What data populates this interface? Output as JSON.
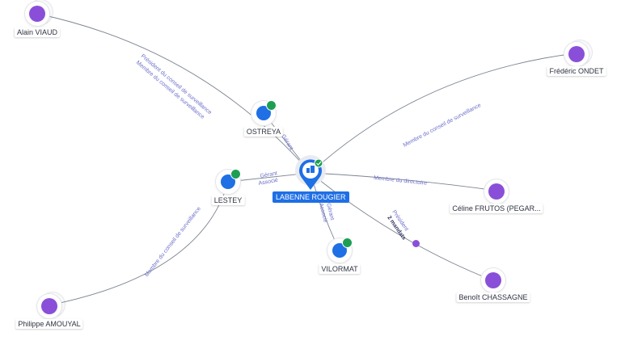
{
  "colors": {
    "edge": "#7d8591",
    "edge_label": "#6b6fc8",
    "person_icon": "#8a4fd8",
    "company_icon": "#1f6fe5",
    "verified_badge": "#1e9e52",
    "center_label_bg": "#1f6fe5"
  },
  "center": {
    "name": "LABENNE ROUGIER",
    "icon": "company-marker-icon"
  },
  "companies": [
    {
      "name": "OSTREYA",
      "icon": "building-icon",
      "verified": true
    },
    {
      "name": "LESTEY",
      "icon": "building-icon",
      "verified": true
    },
    {
      "name": "VILORMAT",
      "icon": "building-icon",
      "verified": true
    }
  ],
  "persons": [
    {
      "name": "Alain VIAUD",
      "icon": "user-icon"
    },
    {
      "name": "Frédéric ONDET",
      "icon": "user-icon"
    },
    {
      "name": "Céline FRUTOS (PEGAR...",
      "icon": "user-icon"
    },
    {
      "name": "Benoît CHASSAGNE",
      "icon": "user-icon"
    },
    {
      "name": "Philippe AMOUYAL",
      "icon": "user-icon"
    }
  ],
  "edge_labels": {
    "alain_1": "Président du conseil de surveillance",
    "alain_2": "Membre du conseil de surveillance",
    "frederic": "Membre du conseil de surveillance",
    "ostreya": "Gérant",
    "lestey_1": "Gérant",
    "lestey_2": "Associé",
    "vilormat_1": "Gérant",
    "vilormat_2": "Associé",
    "celine": "Membre du directoire",
    "benoit_1": "Président",
    "benoit_2": "2 mandats",
    "philippe": "Membre du conseil de surveillance"
  }
}
